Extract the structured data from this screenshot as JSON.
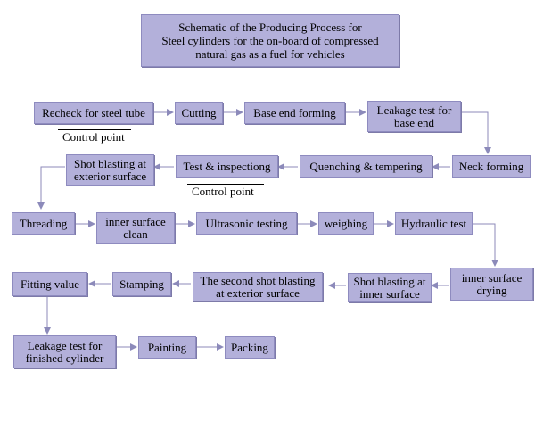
{
  "title": {
    "line1": "Schematic of the Producing Process for",
    "line2": "Steel cylinders for the on-board of compressed",
    "line3": "natural gas as a fuel for vehicles"
  },
  "steps": {
    "recheck_steel_tube": "Recheck for steel tube",
    "cutting": "Cutting",
    "base_end_forming": "Base end forming",
    "leakage_test_base_end": {
      "line1": "Leakage test for",
      "line2": "base end"
    },
    "neck_forming": "Neck forming",
    "quenching_tempering": "Quenching & tempering",
    "test_inspection": "Test & inspectiong",
    "shot_blasting_exterior": {
      "line1": "Shot blasting at",
      "line2": "exterior surface"
    },
    "threading": "Threading",
    "inner_surface_clean": {
      "line1": "inner surface",
      "line2": "clean"
    },
    "ultrasonic_testing": "Ultrasonic testing",
    "weighing": "weighing",
    "hydraulic_test": "Hydraulic test",
    "inner_surface_drying": {
      "line1": "inner surface",
      "line2": "drying"
    },
    "shot_blasting_inner": {
      "line1": "Shot blasting at",
      "line2": "inner surface"
    },
    "second_shot_blasting": {
      "line1": "The second shot blasting",
      "line2": "at exterior surface"
    },
    "stamping": "Stamping",
    "fitting_value": "Fitting value",
    "leakage_test_finished": {
      "line1": "Leakage test for",
      "line2": "finished cylinder"
    },
    "painting": "Painting",
    "packing": "Packing"
  },
  "control_point_label": "Control point",
  "colors": {
    "box_fill": "#b3b0da",
    "box_border": "#8e8bbf",
    "arrow": "#8c8aba"
  }
}
